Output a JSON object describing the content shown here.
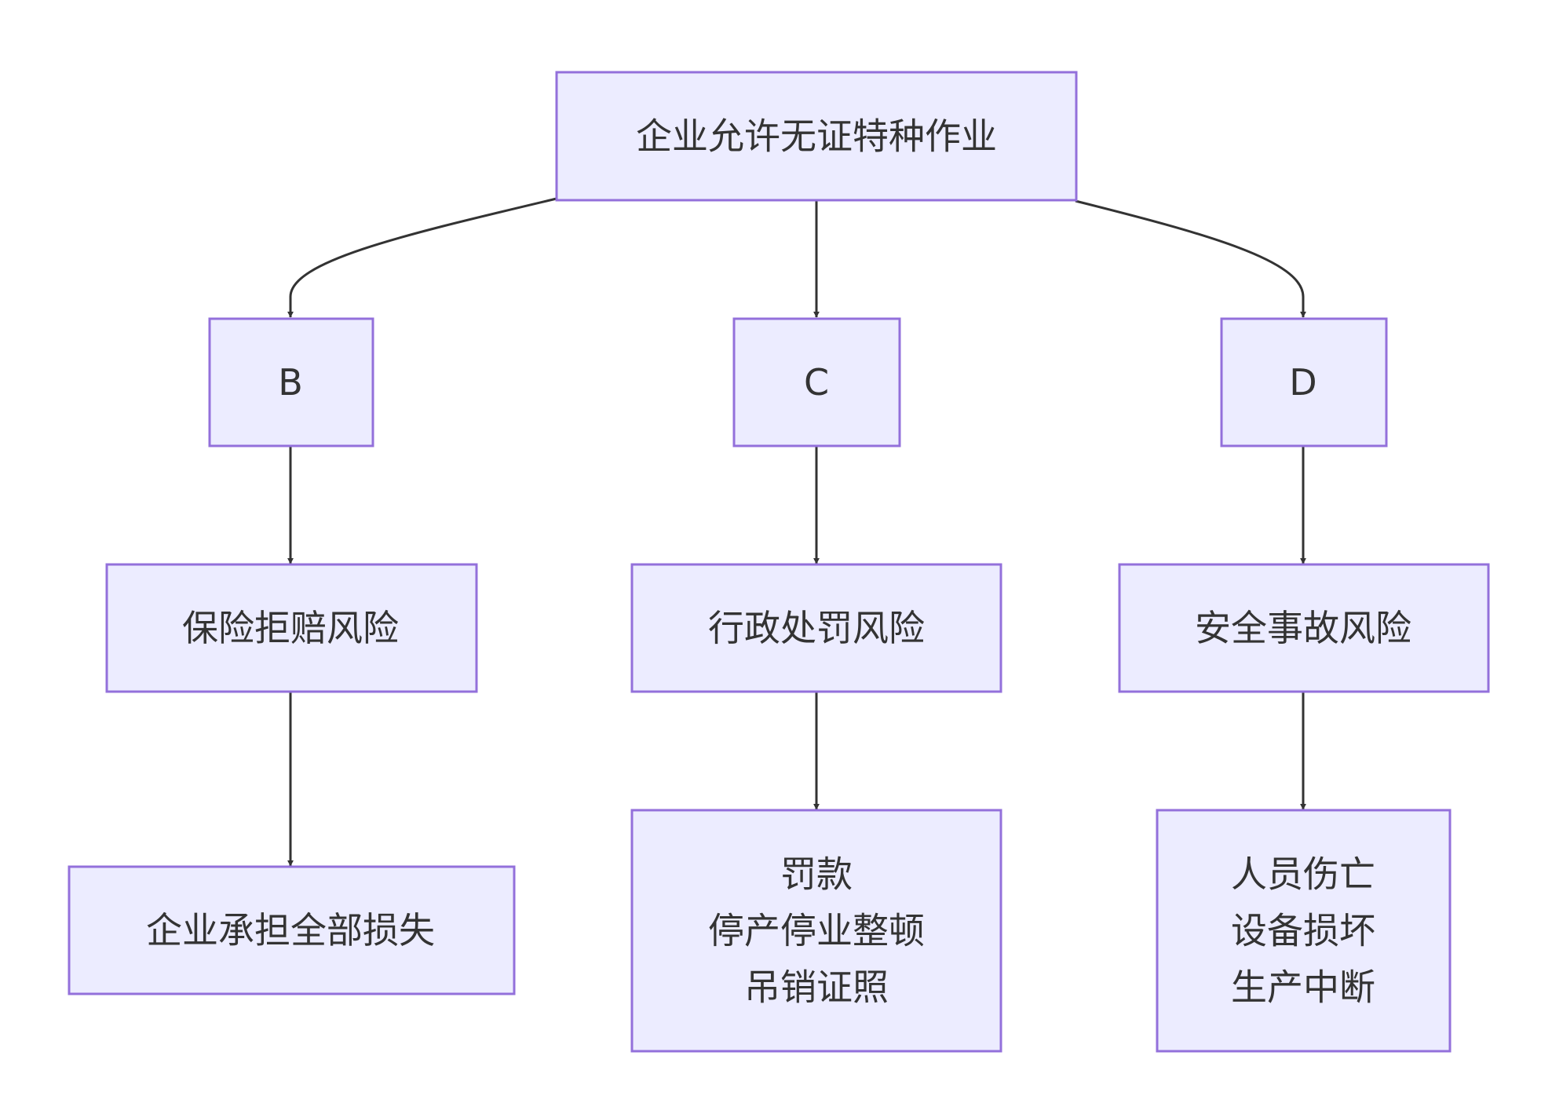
{
  "nodes": {
    "A": {
      "lines": [
        "企业允许无证特种作业"
      ]
    },
    "B": {
      "lines": [
        "B"
      ]
    },
    "C": {
      "lines": [
        "C"
      ]
    },
    "D": {
      "lines": [
        "D"
      ]
    },
    "E": {
      "lines": [
        "保险拒赔风险"
      ]
    },
    "F": {
      "lines": [
        "行政处罚风险"
      ]
    },
    "G": {
      "lines": [
        "安全事故风险"
      ]
    },
    "H": {
      "lines": [
        "企业承担全部损失"
      ]
    },
    "I": {
      "lines": [
        "罚款",
        "停产停业整顿",
        "吊销证照"
      ]
    },
    "J": {
      "lines": [
        "人员伤亡",
        "设备损坏",
        "生产中断"
      ]
    }
  },
  "edges": [
    {
      "from": "A",
      "to": "B"
    },
    {
      "from": "A",
      "to": "C"
    },
    {
      "from": "A",
      "to": "D"
    },
    {
      "from": "B",
      "to": "E"
    },
    {
      "from": "C",
      "to": "F"
    },
    {
      "from": "D",
      "to": "G"
    },
    {
      "from": "E",
      "to": "H"
    },
    {
      "from": "F",
      "to": "I"
    },
    {
      "from": "G",
      "to": "J"
    }
  ],
  "colors": {
    "node_fill": "#ECECFF",
    "node_stroke": "#9370DB",
    "edge": "#333333",
    "text": "#333333"
  }
}
